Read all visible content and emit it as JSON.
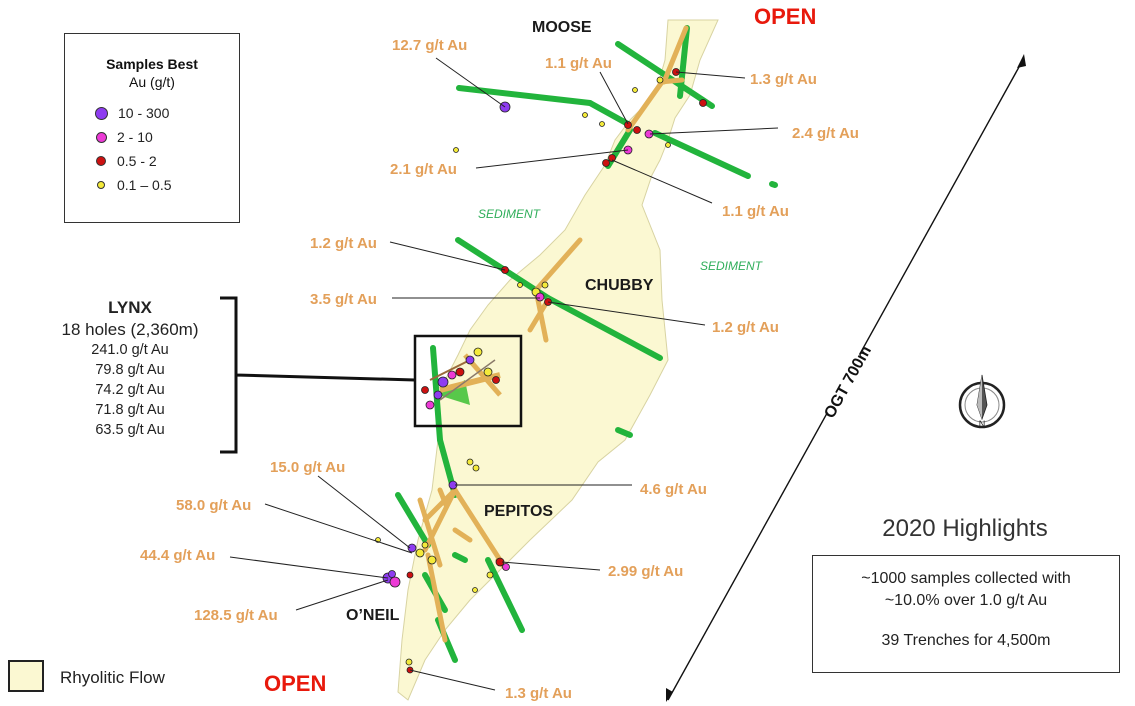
{
  "legend": {
    "title_line1": "Samples Best",
    "title_line2": "Au (g/t)",
    "classes": [
      {
        "label": "10 - 300",
        "color": "#8e3cf0"
      },
      {
        "label": "2 - 10",
        "color": "#ec3ad6"
      },
      {
        "label": "0.5 - 2",
        "color": "#cc1111"
      },
      {
        "label": "0.1 – 0.5",
        "color": "#f4ea3a"
      }
    ],
    "rhyolitic_flow": "Rhyolitic Flow",
    "rhyolitic_color": "#fbf8d2"
  },
  "prospects": {
    "moose": "MOOSE",
    "chubby": "CHUBBY",
    "pepitos": "PEPITOS",
    "oneil": "O’NEIL"
  },
  "open_labels": {
    "top": "OPEN",
    "bottom": "OPEN"
  },
  "sediment_labels": {
    "left": "SEDIMENT",
    "right": "SEDIMENT"
  },
  "assays": {
    "a1": "12.7 g/t Au",
    "a2": "1.1 g/t Au",
    "a3": "1.3 g/t Au",
    "a4": "2.4 g/t Au",
    "a5": "2.1 g/t Au",
    "a6": "1.1 g/t Au",
    "a7": "1.2 g/t Au",
    "a8": "3.5 g/t Au",
    "a9": "1.2 g/t Au",
    "a10": "15.0 g/t Au",
    "a11": "4.6 g/t Au",
    "a12": "58.0 g/t Au",
    "a13": "44.4 g/t Au",
    "a14": "2.99 g/t Au",
    "a15": "128.5 g/t Au",
    "a16": "1.3 g/t Au"
  },
  "lynx": {
    "title": "LYNX",
    "subtitle": "18 holes (2,360m)",
    "grades": [
      "241.0 g/t Au",
      "79.8 g/t Au",
      "74.2 g/t Au",
      "71.8 g/t Au",
      "63.5 g/t Au"
    ]
  },
  "scale_label": "OGT 700m",
  "north_arrow": {
    "icon": "north-arrow-icon",
    "letter": "N"
  },
  "highlights": {
    "title": "2020 Highlights",
    "line1": "~1000 samples collected with",
    "line2": "~10.0% over 1.0 g/t Au",
    "line3": "39 Trenches for 4,500m"
  },
  "colors": {
    "trench_green": "#22b43c",
    "drill_orange": "#e2b158",
    "open_red": "#e8190c",
    "assay_orange": "#e3a05a"
  }
}
